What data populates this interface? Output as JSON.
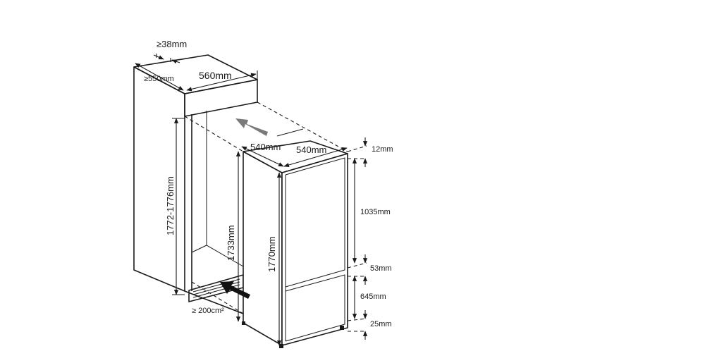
{
  "labels": {
    "gap_top": "≥38mm",
    "depth_niche": "≥550mm",
    "width_niche": "560mm",
    "width_fridge": "540mm",
    "depth_fridge": "540mm",
    "niche_height": "1772-1776mm",
    "inner_height": "1733mm",
    "fridge_height": "1770mm",
    "top_gap": "12mm",
    "upper_door": "1035mm",
    "door_gap": "53mm",
    "lower_door": "645mm",
    "bottom_gap": "25mm",
    "vent_area": "≥ 200cm²"
  },
  "colors": {
    "line": "#1a1a1a",
    "arrow_grey": "#7a7a7a",
    "arrow_black": "#111111",
    "background": "#ffffff"
  }
}
